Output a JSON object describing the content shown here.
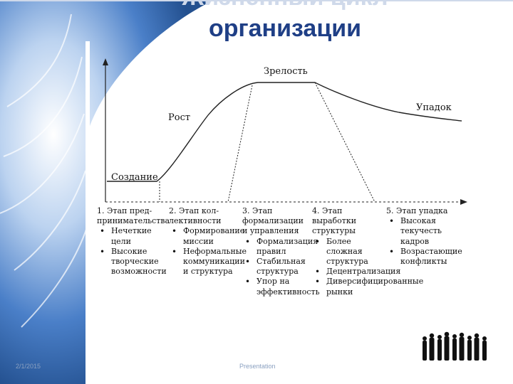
{
  "title": {
    "line1": "Жизненный цикл",
    "line2": "организации"
  },
  "stages": {
    "creation": "Создание",
    "growth": "Рост",
    "maturity": "Зрелость",
    "decline": "Упадок"
  },
  "columns": [
    {
      "head": "1. Этап пред-\nпринимательства",
      "items": [
        "Нечеткие цели",
        "Высокие творческие возможности"
      ]
    },
    {
      "head": "2. Этап кол-\nлективности",
      "items": [
        "Формирование миссии",
        "Неформальные коммуникации и структура"
      ]
    },
    {
      "head": "3. Этап формализации и управления",
      "items": [
        "Формализация правил",
        "Стабильная структура",
        "Упор на эффективность"
      ]
    },
    {
      "head": "4. Этап выработки структуры",
      "items": [
        "Более сложная структура",
        "Децентрализация",
        "Диверсифицированные рынки"
      ]
    },
    {
      "head": "5. Этап упадка",
      "items": [
        "Высокая текучесть кадров",
        "Возрастающие конфликты"
      ]
    }
  ],
  "footer": {
    "date": "2/1/2015",
    "center": "Presentation"
  },
  "colors": {
    "title": "#1f3f86",
    "accent": "#3a6fbf",
    "footer": "#8aa0c0"
  }
}
